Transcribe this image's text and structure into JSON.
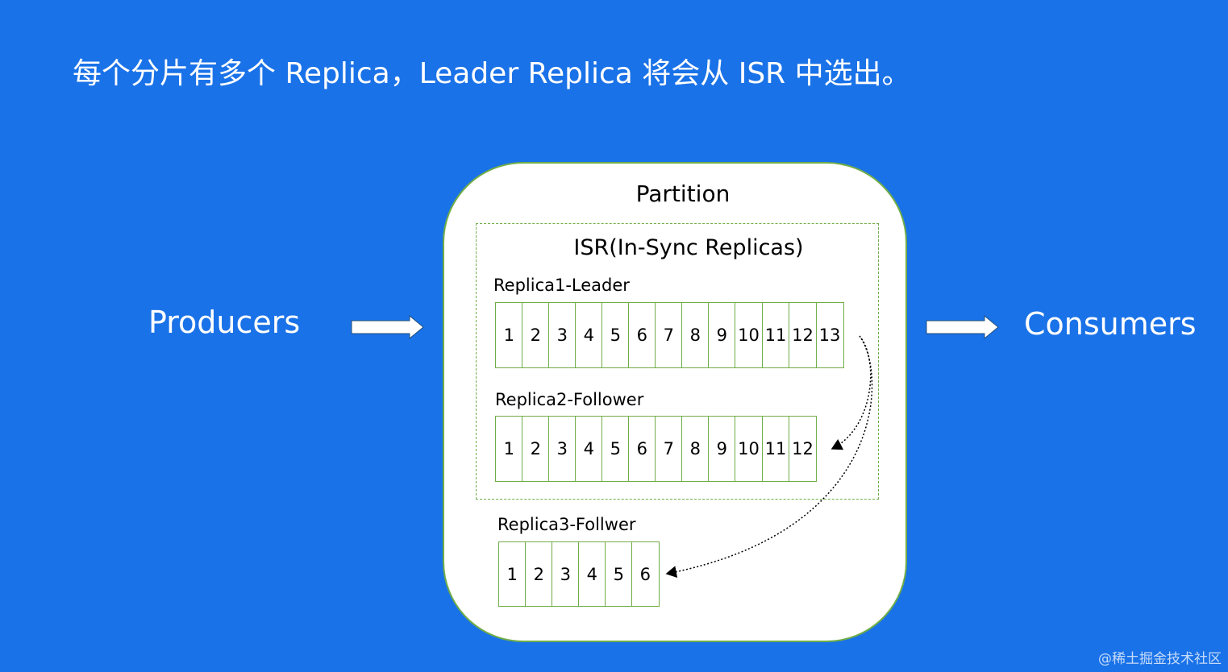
{
  "headline": "每个分片有多个 Replica，Leader Replica 将会从 ISR 中选出。",
  "producers": "Producers",
  "consumers": "Consumers",
  "partition": {
    "title": "Partition",
    "isr_title": "ISR(In-Sync Replicas)",
    "replicas": [
      {
        "label": "Replica1-Leader",
        "offsets": [
          "1",
          "2",
          "3",
          "4",
          "5",
          "6",
          "7",
          "8",
          "9",
          "10",
          "11",
          "12",
          "13"
        ]
      },
      {
        "label": "Replica2-Follower",
        "offsets": [
          "1",
          "2",
          "3",
          "4",
          "5",
          "6",
          "7",
          "8",
          "9",
          "10",
          "11",
          "12"
        ]
      },
      {
        "label": "Replica3-Follwer",
        "offsets": [
          "1",
          "2",
          "3",
          "4",
          "5",
          "6"
        ]
      }
    ]
  },
  "watermark": "@稀土掘金技术社区",
  "colors": {
    "background": "#1a72e8",
    "partition_fill": "#ffffff",
    "border_green": "#70ad47",
    "text_white": "#ffffff"
  }
}
